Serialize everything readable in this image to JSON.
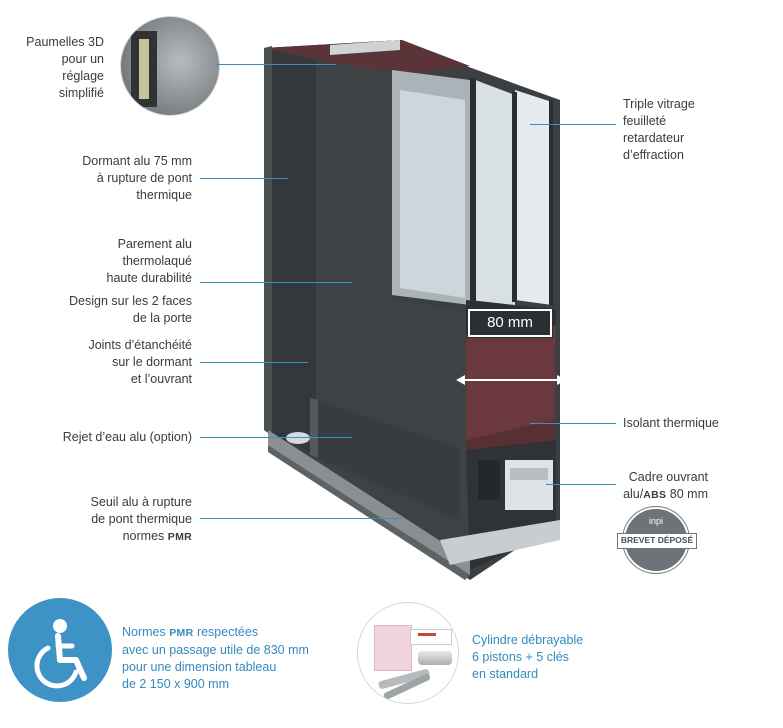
{
  "left_labels": {
    "paumelles": [
      "Paumelles 3D",
      "pour un réglage",
      "simplifié"
    ],
    "dormant": [
      "Dormant alu 75 mm",
      "à rupture de pont",
      "thermique"
    ],
    "parement": [
      "Parement alu",
      "thermolaqué",
      "haute durabilité"
    ],
    "design": [
      "Design sur les 2 faces",
      "de la porte"
    ],
    "joints": [
      "Joints d’étanchéité",
      "sur le dormant",
      "et l’ouvrant"
    ],
    "rejet": [
      "Rejet d’eau alu (option)"
    ],
    "seuil": [
      "Seuil alu à rupture",
      "de pont thermique"
    ],
    "seuil_norme_prefix": "normes",
    "seuil_norme_abbr": "PMR"
  },
  "right_labels": {
    "vitrage": [
      "Triple vitrage",
      "feuilleté",
      "retardateur",
      "d’effraction"
    ],
    "isolant": [
      "Isolant thermique"
    ],
    "cadre_line1": "Cadre ouvrant",
    "cadre_prefix": "alu/",
    "cadre_abbr": "ABS",
    "cadre_suffix": " 80 mm"
  },
  "dimension_label": "80 mm",
  "badge": {
    "top": "inpi",
    "main": "BREVET DÉPOSÉ"
  },
  "bottom_pmr": {
    "l1_prefix": "Normes ",
    "l1_abbr": "PMR",
    "l1_suffix": " respectées",
    "l2": "avec un passage utile de 830 mm",
    "l3": "pour une dimension tableau",
    "l4": "de 2 150 x 900 mm"
  },
  "bottom_cylindre": [
    "Cylindre débrayable",
    "6 pistons + 5 clés",
    "en standard"
  ],
  "colors": {
    "accent": "#3b8fc3",
    "frame": "#3a3e41",
    "insulation": "#6b3a3e",
    "pmr_circle": "#3d93c6"
  },
  "icons": [
    "wheelchair-icon",
    "hinge-photo",
    "cylinder-keys-photo",
    "inpi-badge"
  ]
}
